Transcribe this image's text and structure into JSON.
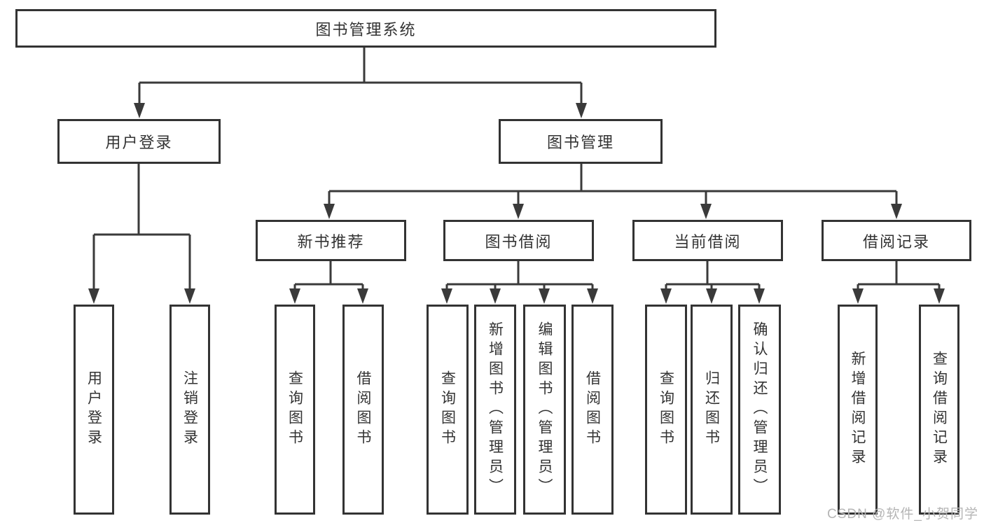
{
  "colors": {
    "line": "#3a3a3a",
    "box_border": "#333333",
    "text": "#333333",
    "background": "#ffffff",
    "watermark": "#b5b5b5"
  },
  "tree": {
    "root": {
      "label": "图书管理系统"
    },
    "level2": [
      {
        "label": "用户登录"
      },
      {
        "label": "图书管理"
      }
    ],
    "level3": [
      {
        "label": "新书推荐"
      },
      {
        "label": "图书借阅"
      },
      {
        "label": "当前借阅"
      },
      {
        "label": "借阅记录"
      }
    ],
    "leaves": {
      "user_login": [
        {
          "label": "用户登录"
        },
        {
          "label": "注销登录"
        }
      ],
      "new_book": [
        {
          "label": "查询图书"
        },
        {
          "label": "借阅图书"
        }
      ],
      "book_borrow": [
        {
          "label": "查询图书"
        },
        {
          "label": "新增图书（管理员）"
        },
        {
          "label": "编辑图书（管理员）"
        },
        {
          "label": "借阅图书"
        }
      ],
      "current_borrow": [
        {
          "label": "查询图书"
        },
        {
          "label": "归还图书"
        },
        {
          "label": "确认归还（管理员）"
        }
      ],
      "borrow_records": [
        {
          "label": "新增借阅记录"
        },
        {
          "label": "查询借阅记录"
        }
      ]
    }
  },
  "watermark": {
    "text": "CSDN @软件_小贺同学"
  }
}
